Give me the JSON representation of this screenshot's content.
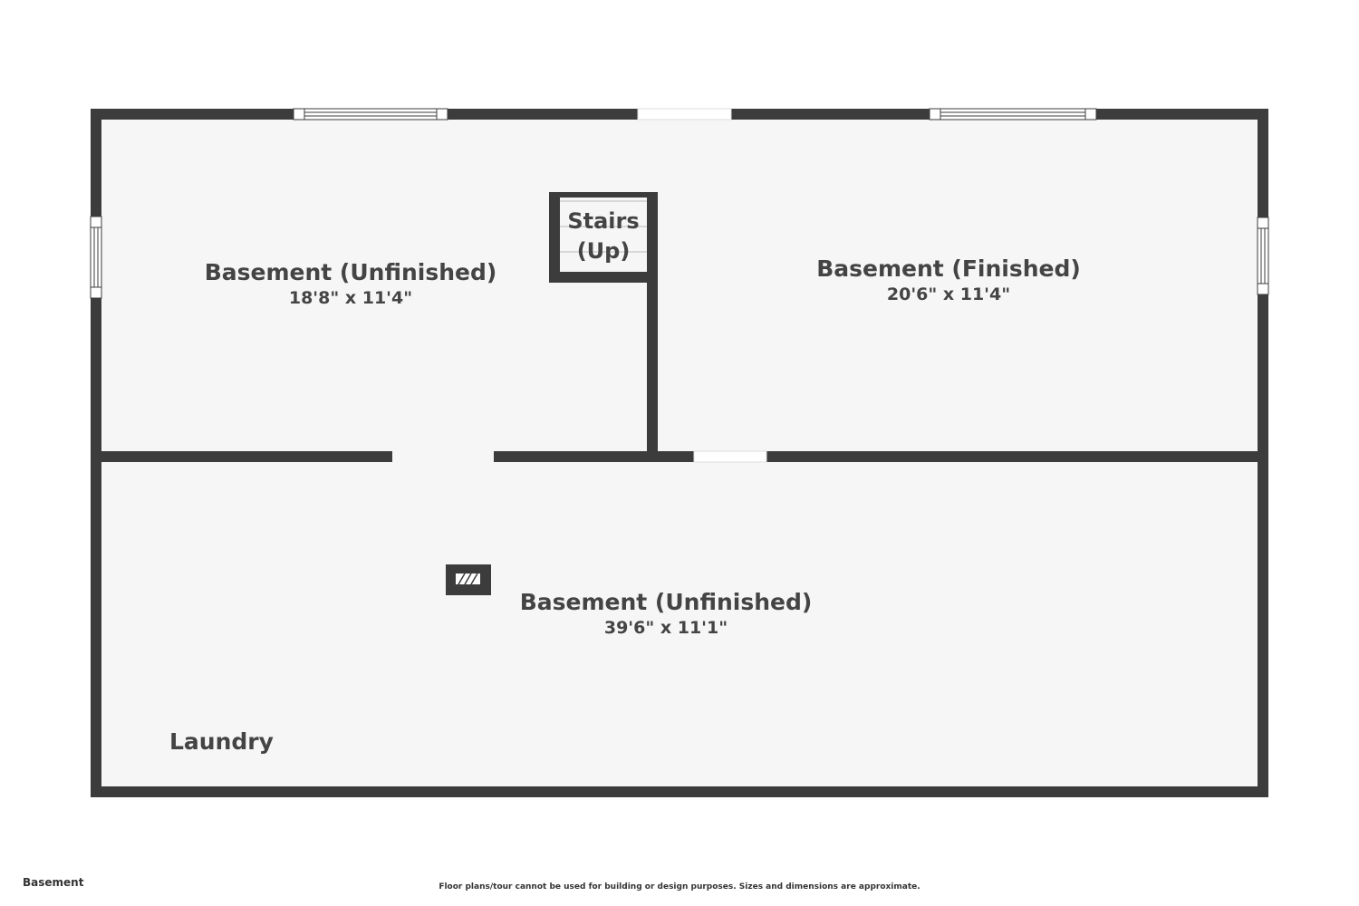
{
  "floor_name": "Basement",
  "disclaimer": "Floor plans/tour cannot be used for building or design purposes. Sizes and dimensions are approximate.",
  "rooms": [
    {
      "name": "Basement (Unfinished)",
      "dims": "18'8\" x 11'4\""
    },
    {
      "name": "Basement (Finished)",
      "dims": "20'6\" x 11'4\""
    },
    {
      "name": "Basement (Unfinished)",
      "dims": "39'6\" x 11'1\""
    }
  ],
  "stairs": {
    "line1": "Stairs",
    "line2": "(Up)"
  },
  "laundry": "Laundry",
  "colors": {
    "wall": "#3c3c3c",
    "floor": "#f6f6f6",
    "text": "#444444"
  },
  "icons": [
    "window-icon",
    "door-opening",
    "stairs-icon",
    "fireplace-icon"
  ]
}
